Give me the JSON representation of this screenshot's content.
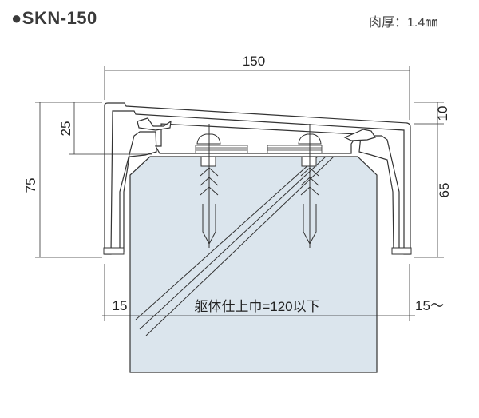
{
  "header": {
    "model": "●SKN-150",
    "thickness": "肉厚：1.4㎜"
  },
  "dimensions": {
    "width_total": "150",
    "height_total": "75",
    "height_upper": "25",
    "right_top": "10",
    "right_height": "65",
    "left_margin": "15",
    "body_width": "躯体仕上巾=120以下",
    "right_margin": "15～"
  },
  "colors": {
    "wall_fill": "#dbe5ed",
    "line": "#333333"
  }
}
